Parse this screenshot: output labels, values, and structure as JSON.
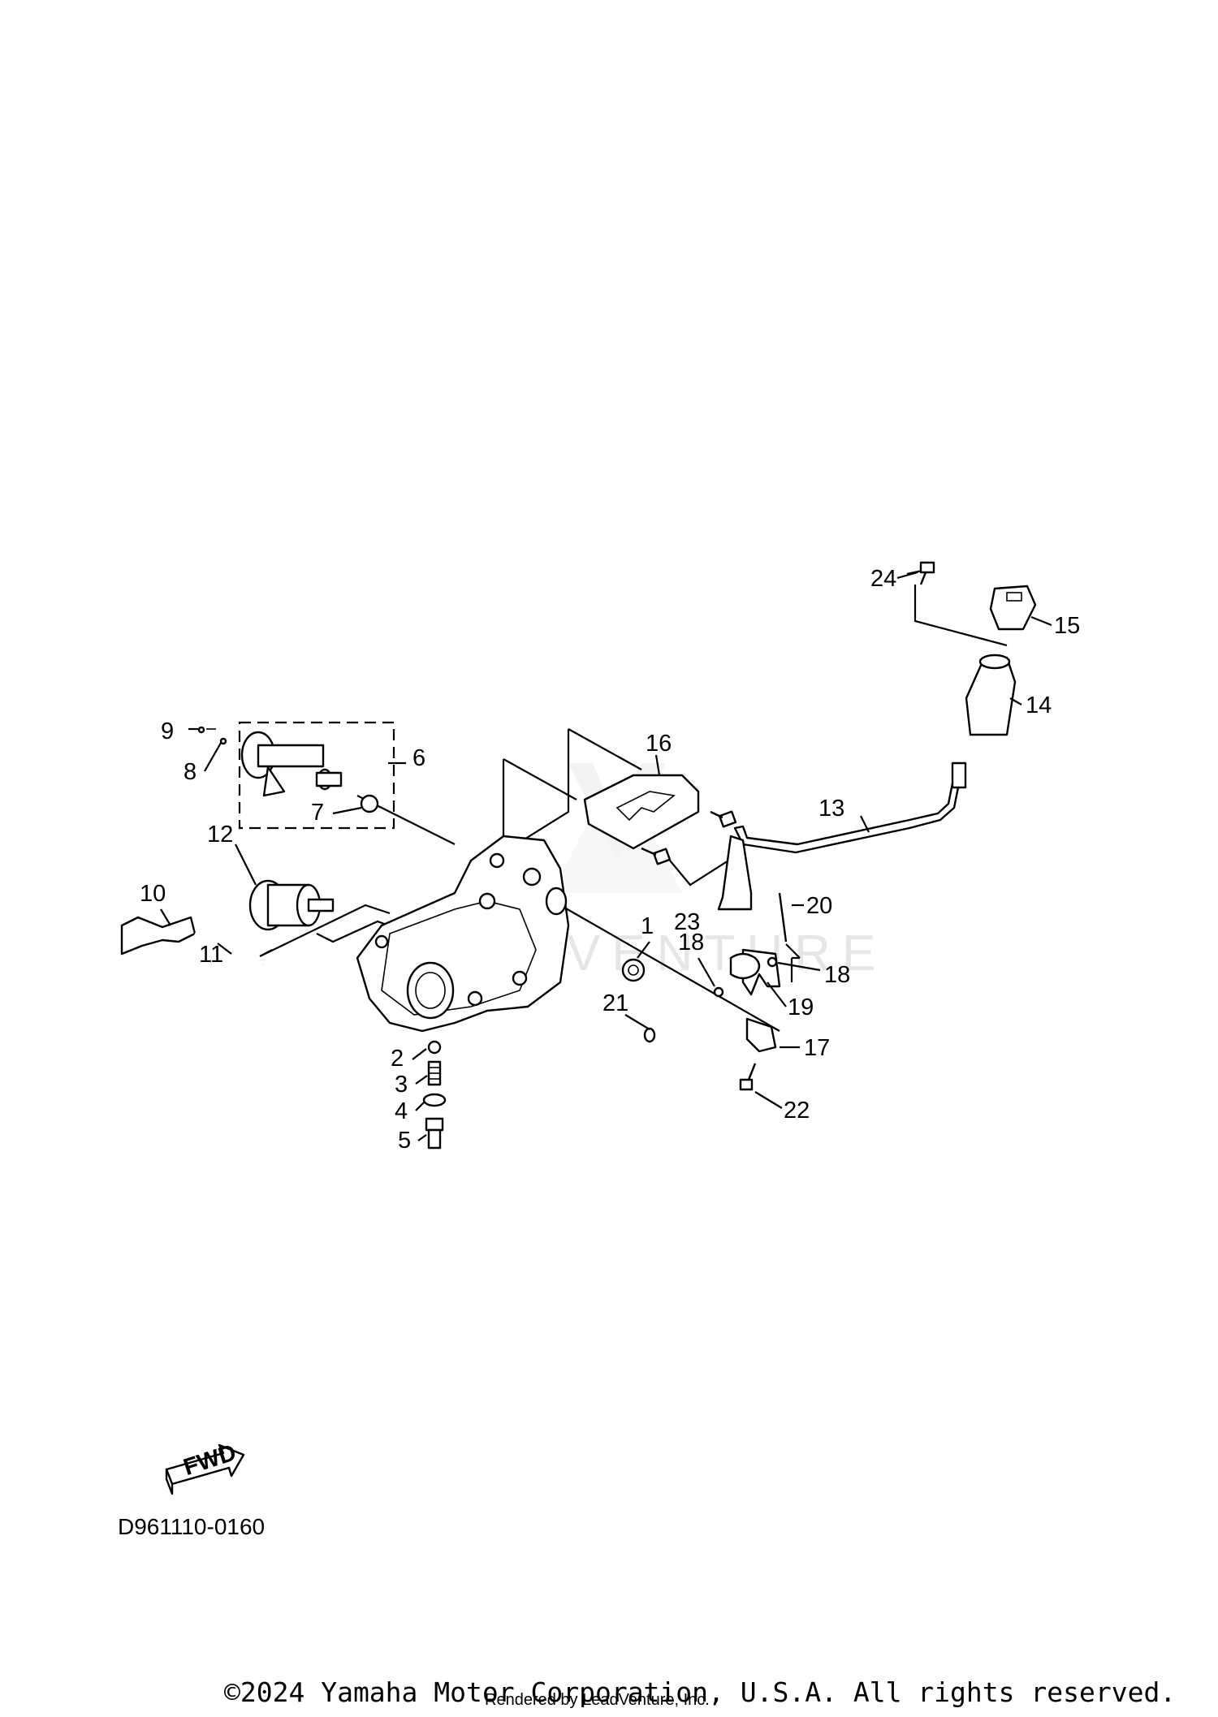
{
  "diagram": {
    "callouts": [
      "1",
      "2",
      "3",
      "4",
      "5",
      "6",
      "7",
      "8",
      "9",
      "10",
      "11",
      "12",
      "13",
      "14",
      "15",
      "16",
      "17",
      "18",
      "18",
      "19",
      "20",
      "21",
      "22",
      "23",
      "24"
    ],
    "diagram_code": "D961110-0160",
    "fwd_label": "FWD",
    "watermark": "LEADVENTURE",
    "copyright": "©2024 Yamaha Motor Corporation, U.S.A. All rights reserved.",
    "rendered_by": "Rendered by LeadVenture, Inc."
  }
}
